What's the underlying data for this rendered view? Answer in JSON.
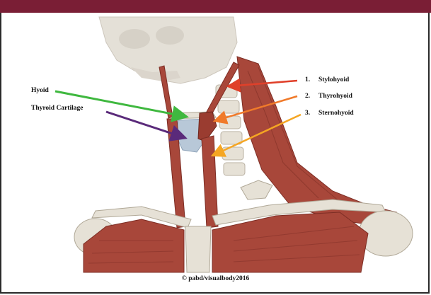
{
  "labels": {
    "left_1": "Hyoid",
    "left_2": "Thyroid Cartilage",
    "num_1": "1.",
    "name_1": "Stylohyoid",
    "num_2": "2.",
    "name_2": "Thyrohyoid",
    "num_3": "3.",
    "name_3": "Sternohyoid"
  },
  "copyright": "© pabd/visualbody2016",
  "colors": {
    "header_bar": "#7a1e35",
    "hyoid_arrow": "#3fb83f",
    "thyroid_arrow": "#5a2a7a",
    "stylohyoid_arrow": "#e0402a",
    "thyrohyoid_arrow": "#f07a2a",
    "sternohyoid_arrow": "#f5a623",
    "muscle": "#a8473a",
    "bone": "#e6e1d6"
  }
}
